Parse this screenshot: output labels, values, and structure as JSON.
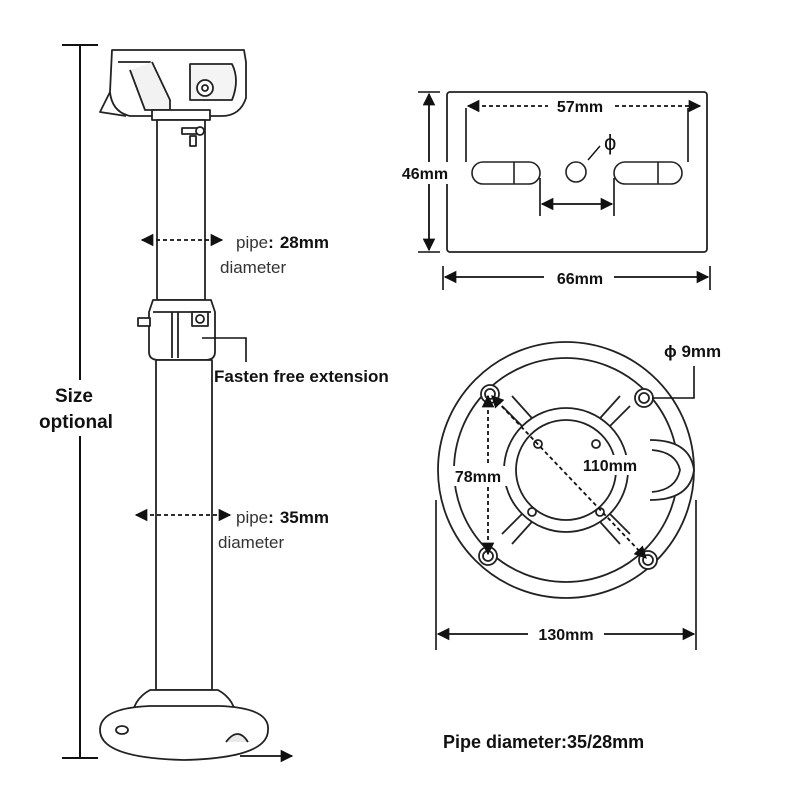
{
  "left_figure": {
    "size_label_line1": "Size",
    "size_label_line2": "optional",
    "upper_pipe_prefix": "pipe",
    "upper_pipe_value": "28mm",
    "upper_pipe_suffix": "diameter",
    "lower_pipe_prefix": "pipe",
    "lower_pipe_value": "35mm",
    "lower_pipe_suffix": "diameter",
    "fasten_label": "Fasten free extension"
  },
  "top_plate": {
    "width_outer": "66mm",
    "hole_spacing": "57mm",
    "height": "46mm",
    "hole_symbol": "ϕ"
  },
  "base_plate": {
    "hole_diameter": "ϕ 9mm",
    "diagonal": "110mm",
    "vertical_spacing": "78mm",
    "outer_diameter": "130mm"
  },
  "footer": {
    "pipe_diameter_label": "Pipe diameter:",
    "pipe_diameter_value": "35/28mm"
  },
  "colors": {
    "line": "#222222",
    "fill": "#ffffff",
    "shade": "#e6e6e6"
  }
}
